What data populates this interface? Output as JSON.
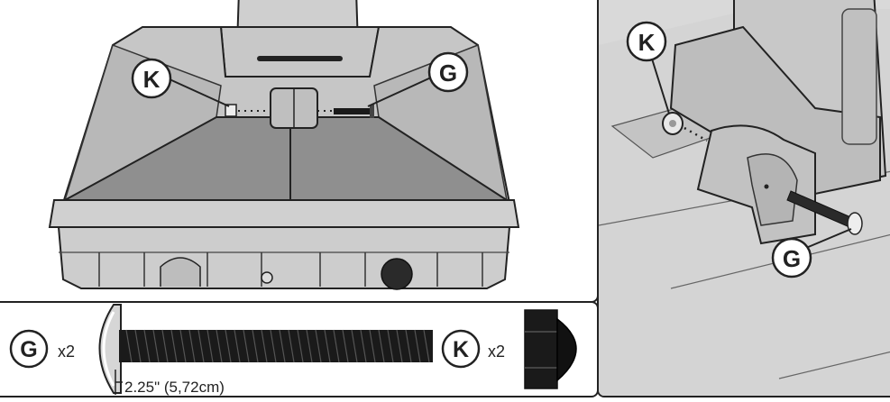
{
  "callouts": {
    "main_k": "K",
    "main_g": "G",
    "detail_k": "K",
    "detail_g": "G"
  },
  "parts": {
    "bolt": {
      "letter": "G",
      "quantity": "x2",
      "length": "2.25\" (5,72cm)"
    },
    "nut": {
      "letter": "K",
      "quantity": "x2"
    }
  },
  "colors": {
    "outline": "#222222",
    "base_fill": "#d4d4d4",
    "base_top": "#9a9a9a",
    "base_shadow": "#7a7a7a",
    "bolt_dark": "#1a1a1a",
    "panel_gray": "#d9d9d9"
  }
}
